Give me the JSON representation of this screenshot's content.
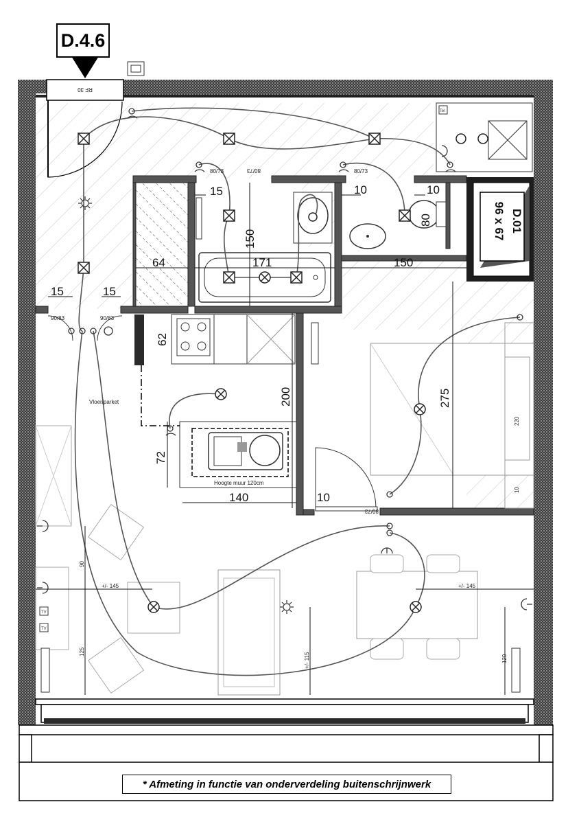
{
  "unit_code": "D.4.6",
  "door_rating": "RF 30",
  "shaft_label": "D.01",
  "shaft_size": "96 x 67",
  "floor_label": "Vloer/parket",
  "counter_note": "Hoogte muur 120cm",
  "footnote": "* Afmeting in functie van onderverdeling buitenschrijnwerk",
  "door_codes": {
    "bath_left": "80/73",
    "bath_right": "80/73",
    "bath_mirror": "80/73",
    "corridor_left": "90/83",
    "corridor_right": "90/83",
    "living_door": "80/73"
  },
  "dimensions": {
    "wc_depth": "15",
    "wc_width": "10",
    "store_width": "10",
    "store_depth": "80",
    "bath_height": "150",
    "closet_width": "64",
    "bath_width": "171",
    "hall_width": "150",
    "wall_left": "15",
    "wall_mid": "15",
    "kitchen_depth": "62",
    "kitchen_run": "200",
    "bed_depth": "275",
    "bed_side": "220",
    "wardrobe": "10",
    "counter_height": "72",
    "island_length": "140",
    "door_gap": "10",
    "left_offset": "+/- 145",
    "right_offset": "+/- 145",
    "left_sill": "90",
    "left_height": "125",
    "mid_height": "+/- 115",
    "right_height": "120"
  },
  "device_labels": {
    "tv": "TV",
    "tel": "Tel"
  }
}
